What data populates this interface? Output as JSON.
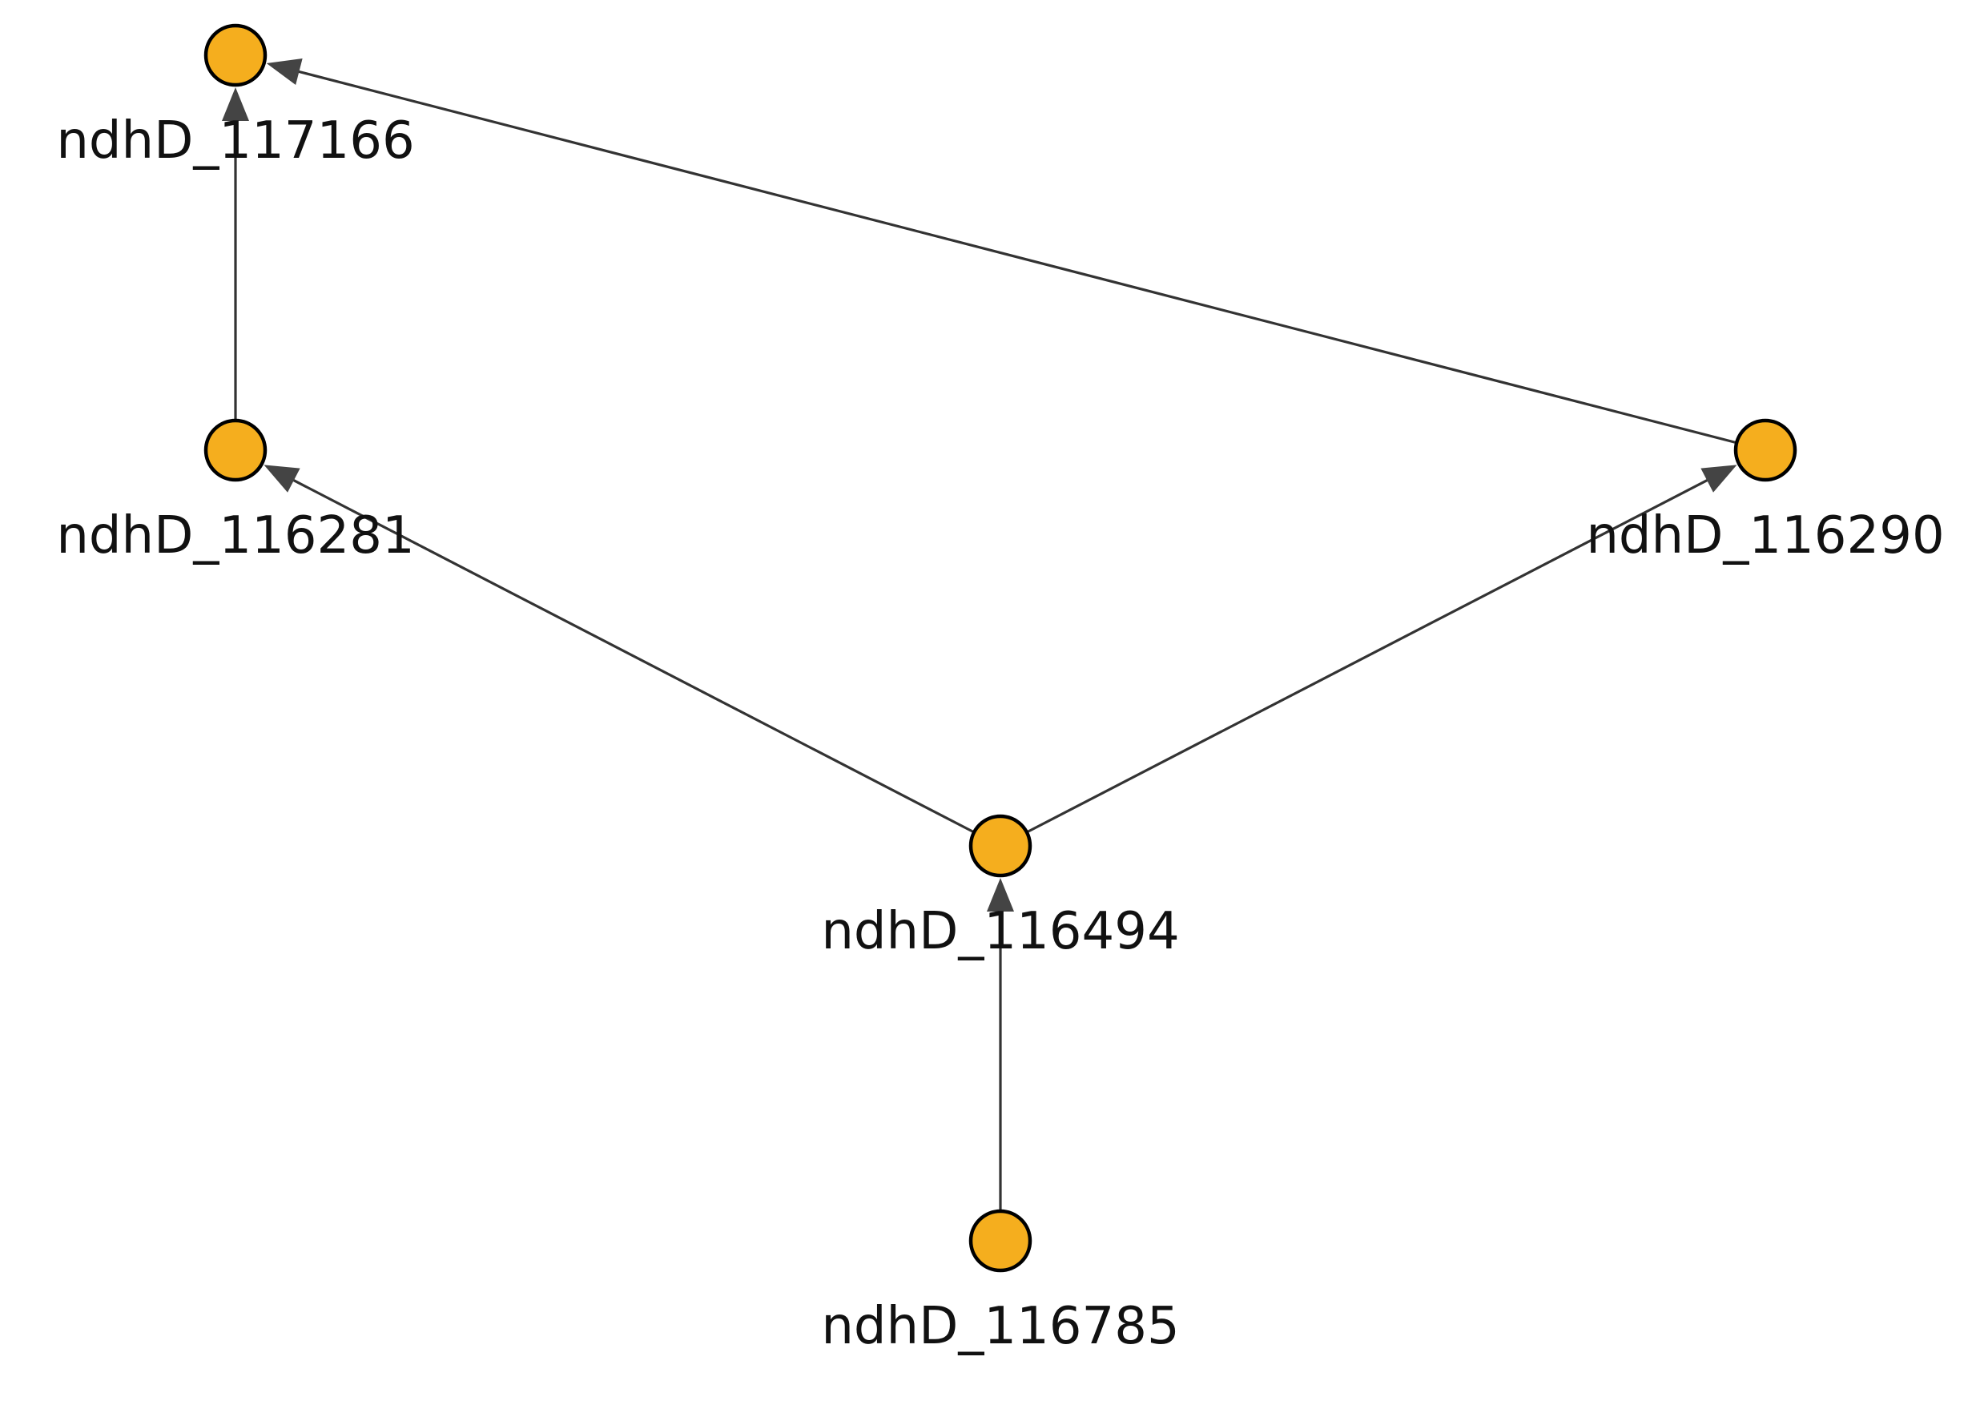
{
  "diagram": {
    "type": "directed-graph",
    "node_color": "#F5AE1E",
    "edge_color": "#333333",
    "nodes": [
      {
        "id": "ndhD_117166",
        "label": "ndhD_117166"
      },
      {
        "id": "ndhD_116281",
        "label": "ndhD_116281"
      },
      {
        "id": "ndhD_116290",
        "label": "ndhD_116290"
      },
      {
        "id": "ndhD_116494",
        "label": "ndhD_116494"
      },
      {
        "id": "ndhD_116785",
        "label": "ndhD_116785"
      }
    ],
    "edges": [
      {
        "from": "ndhD_116281",
        "to": "ndhD_117166"
      },
      {
        "from": "ndhD_116290",
        "to": "ndhD_117166"
      },
      {
        "from": "ndhD_116494",
        "to": "ndhD_116281"
      },
      {
        "from": "ndhD_116494",
        "to": "ndhD_116290"
      },
      {
        "from": "ndhD_116785",
        "to": "ndhD_116494"
      }
    ]
  }
}
